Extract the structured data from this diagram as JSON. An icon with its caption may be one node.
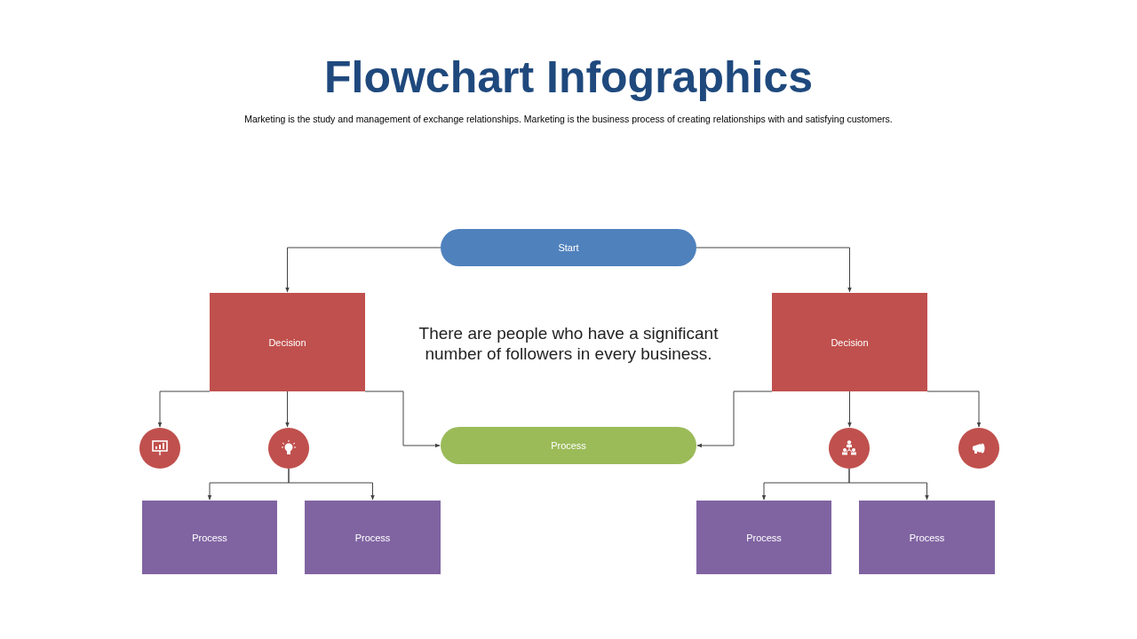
{
  "diagram": {
    "title": "Flowchart Infographics",
    "caption": "Marketing is the study and management of exchange relationships. Marketing is the business process of creating relationships with and satisfying customers.",
    "nodes": [
      {
        "text": [
          "Start"
        ]
      },
      {
        "text": [
          "Decision"
        ]
      },
      {
        "text": [
          "Decision"
        ]
      },
      {
        "text": [],
        "shape": "circle"
      },
      {
        "text": [],
        "shape": "circle"
      },
      {
        "text": [
          "Process"
        ]
      },
      {
        "text": [],
        "shape": "circle"
      },
      {
        "text": [],
        "shape": "circle"
      },
      {
        "text": [
          "Process"
        ]
      },
      {
        "text": [
          "Process"
        ]
      },
      {
        "text": [
          "Process"
        ]
      },
      {
        "text": [
          "Process"
        ]
      }
    ],
    "edges": [
      {
        "from": 0,
        "to": 1,
        "arrow": "to"
      },
      {
        "from": 0,
        "to": 2,
        "arrow": "to"
      },
      {
        "from": 1,
        "to": 3,
        "arrow": "to"
      },
      {
        "from": 1,
        "to": 4,
        "arrow": "to"
      },
      {
        "from": 1,
        "to": 5,
        "arrow": "to"
      },
      {
        "from": 2,
        "to": 5,
        "arrow": "to"
      },
      {
        "from": 2,
        "to": 6,
        "arrow": "to"
      },
      {
        "from": 2,
        "to": 7,
        "arrow": "to"
      },
      {
        "from": 4,
        "to": 8,
        "arrow": "to"
      },
      {
        "from": 4,
        "to": 9,
        "arrow": "to"
      },
      {
        "from": 6,
        "to": 10,
        "arrow": "to"
      },
      {
        "from": 6,
        "to": 11,
        "arrow": "to"
      }
    ],
    "labels": [
      "There are people who have a significant number of followers in every business."
    ]
  }
}
